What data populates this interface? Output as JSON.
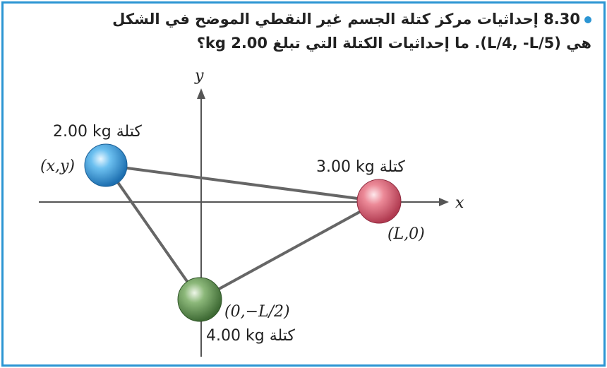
{
  "question": {
    "number": "8.30",
    "line1_text": "إحداثيات مركز كتلة الجسم غير النقطي الموضح في الشكل",
    "line2_text": "هي (L/4, -L/5). ما إحداثيات الكتلة التي تبلغ 2.00 kg؟"
  },
  "axes": {
    "x_label": "x",
    "y_label": "y"
  },
  "masses": {
    "blue": {
      "mass_label": "2.00 kg كتلة",
      "coord_label": "(x,y)",
      "color": "#3aa0e0"
    },
    "red": {
      "mass_label": "3.00 kg كتلة",
      "coord_label": "(L,0)",
      "color": "#e07080"
    },
    "green": {
      "mass_label": "4.00 kg كتلة",
      "coord_label": "(0,−L/2)",
      "color": "#6a9a5a"
    }
  },
  "colors": {
    "frame": "#2b95d3",
    "axis": "#555555",
    "rod": "#666666"
  }
}
